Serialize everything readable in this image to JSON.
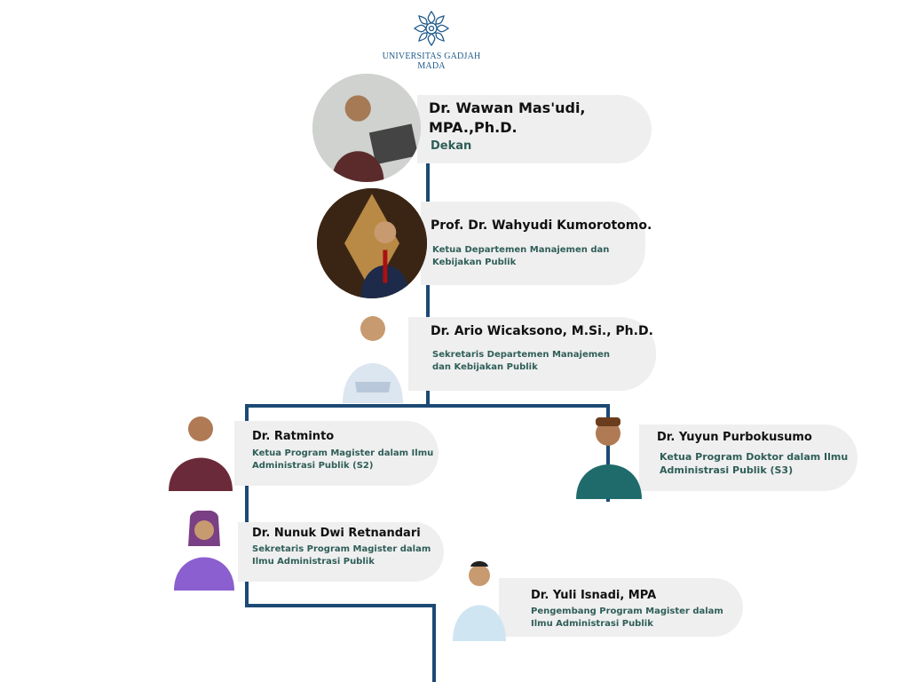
{
  "logo": {
    "text": "UNIVERSITAS GADJAH MADA",
    "icon": "ugm-seal-icon"
  },
  "colors": {
    "line": "#1c4a74",
    "card": "#efefef",
    "role_text": "#2f5e58",
    "logo": "#1f5a8a"
  },
  "people": [
    {
      "name": "Dr. Wawan Mas'udi, MPA.,Ph.D.",
      "role": "Dekan"
    },
    {
      "name": "Prof. Dr. Wahyudi Kumorotomo.",
      "role": "Ketua Departemen Manajemen dan Kebijakan Publik"
    },
    {
      "name": "Dr. Ario Wicaksono, M.Si., Ph.D.",
      "role": "Sekretaris Departemen Manajemen dan Kebijakan Publik"
    },
    {
      "name": "Dr. Ratminto",
      "role": "Ketua Program Magister dalam Ilmu Administrasi Publik (S2)"
    },
    {
      "name": "Dr. Yuyun Purbokusumo",
      "role": "Ketua Program Doktor dalam Ilmu Administrasi Publik (S3)"
    },
    {
      "name": "Dr. Nunuk Dwi Retnandari",
      "role": "Sekretaris Program Magister dalam Ilmu Administrasi Publik"
    },
    {
      "name": "Dr. Yuli Isnadi, MPA",
      "role": "Pengembang Program Magister dalam Ilmu Administrasi Publik"
    }
  ]
}
